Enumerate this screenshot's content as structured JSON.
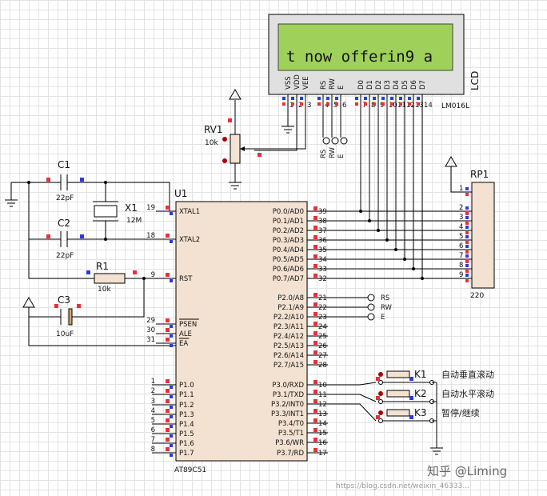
{
  "lcd": {
    "display_text": "t now offerin9 a",
    "model": "LM016L",
    "label": "LCD",
    "pins": [
      "VSS",
      "VDD",
      "VEE",
      "RS",
      "RW",
      "E",
      "D0",
      "D1",
      "D2",
      "D3",
      "D4",
      "D5",
      "D6",
      "D7"
    ],
    "pin_numbers": [
      "1",
      "2",
      "3",
      "4",
      "5",
      "6",
      "7",
      "8",
      "9",
      "10",
      "11",
      "12",
      "13",
      "14"
    ],
    "ctrl_labels": [
      "RS",
      "RW",
      "E"
    ]
  },
  "rv1": {
    "ref": "RV1",
    "value": "10k"
  },
  "x1": {
    "ref": "X1",
    "value": "12M"
  },
  "c1": {
    "ref": "C1",
    "value": "22pF"
  },
  "c2": {
    "ref": "C2",
    "value": "22pF"
  },
  "c3": {
    "ref": "C3",
    "value": "10uF"
  },
  "r1": {
    "ref": "R1",
    "value": "10k"
  },
  "rp1": {
    "ref": "RP1",
    "value": "220",
    "pins": [
      "1",
      "2",
      "3",
      "4",
      "5",
      "6",
      "7",
      "8",
      "9"
    ]
  },
  "u1": {
    "ref": "U1",
    "model": "AT89C51",
    "left_pins": [
      {
        "num": "19",
        "name": "XTAL1"
      },
      {
        "num": "18",
        "name": "XTAL2"
      },
      {
        "num": "9",
        "name": "RST"
      },
      {
        "num": "29",
        "name": "PSEN"
      },
      {
        "num": "30",
        "name": "ALE"
      },
      {
        "num": "31",
        "name": "EA"
      },
      {
        "num": "1",
        "name": "P1.0"
      },
      {
        "num": "2",
        "name": "P1.1"
      },
      {
        "num": "3",
        "name": "P1.2"
      },
      {
        "num": "4",
        "name": "P1.3"
      },
      {
        "num": "5",
        "name": "P1.4"
      },
      {
        "num": "6",
        "name": "P1.5"
      },
      {
        "num": "7",
        "name": "P1.6"
      },
      {
        "num": "8",
        "name": "P1.7"
      }
    ],
    "right_pins": [
      {
        "num": "39",
        "name": "P0.0/AD0"
      },
      {
        "num": "38",
        "name": "P0.1/AD1"
      },
      {
        "num": "37",
        "name": "P0.2/AD2"
      },
      {
        "num": "36",
        "name": "P0.3/AD3"
      },
      {
        "num": "35",
        "name": "P0.4/AD4"
      },
      {
        "num": "34",
        "name": "P0.5/AD5"
      },
      {
        "num": "33",
        "name": "P0.6/AD6"
      },
      {
        "num": "32",
        "name": "P0.7/AD7"
      },
      {
        "num": "21",
        "name": "P2.0/A8"
      },
      {
        "num": "22",
        "name": "P2.1/A9"
      },
      {
        "num": "23",
        "name": "P2.2/A10"
      },
      {
        "num": "24",
        "name": "P2.3/A11"
      },
      {
        "num": "25",
        "name": "P2.4/A12"
      },
      {
        "num": "26",
        "name": "P2.5/A13"
      },
      {
        "num": "27",
        "name": "P2.6/A14"
      },
      {
        "num": "28",
        "name": "P2.7/A15"
      },
      {
        "num": "10",
        "name": "P3.0/RXD"
      },
      {
        "num": "11",
        "name": "P3.1/TXD"
      },
      {
        "num": "12",
        "name": "P3.2/INT0"
      },
      {
        "num": "13",
        "name": "P3.3/INT1"
      },
      {
        "num": "14",
        "name": "P3.4/T0"
      },
      {
        "num": "15",
        "name": "P3.5/T1"
      },
      {
        "num": "16",
        "name": "P3.6/WR"
      },
      {
        "num": "17",
        "name": "P3.7/RD"
      }
    ],
    "p2_net_labels": [
      "RS",
      "RW",
      "E"
    ]
  },
  "keys": [
    {
      "ref": "K1",
      "label": "自动垂直滚动"
    },
    {
      "ref": "K2",
      "label": "自动水平滚动"
    },
    {
      "ref": "K3",
      "label": "暂停/继续"
    }
  ],
  "watermark": {
    "brand": "知乎 @Liming",
    "url": "https://blog.csdn.net/weixin_46333..."
  },
  "colors": {
    "lcd_screen": "#9fd15a",
    "lcd_body": "#e0e0e0",
    "pin_red": "#e8303a",
    "pin_blue": "#2b3bdb",
    "chip_fill": "#f3e2d2"
  }
}
